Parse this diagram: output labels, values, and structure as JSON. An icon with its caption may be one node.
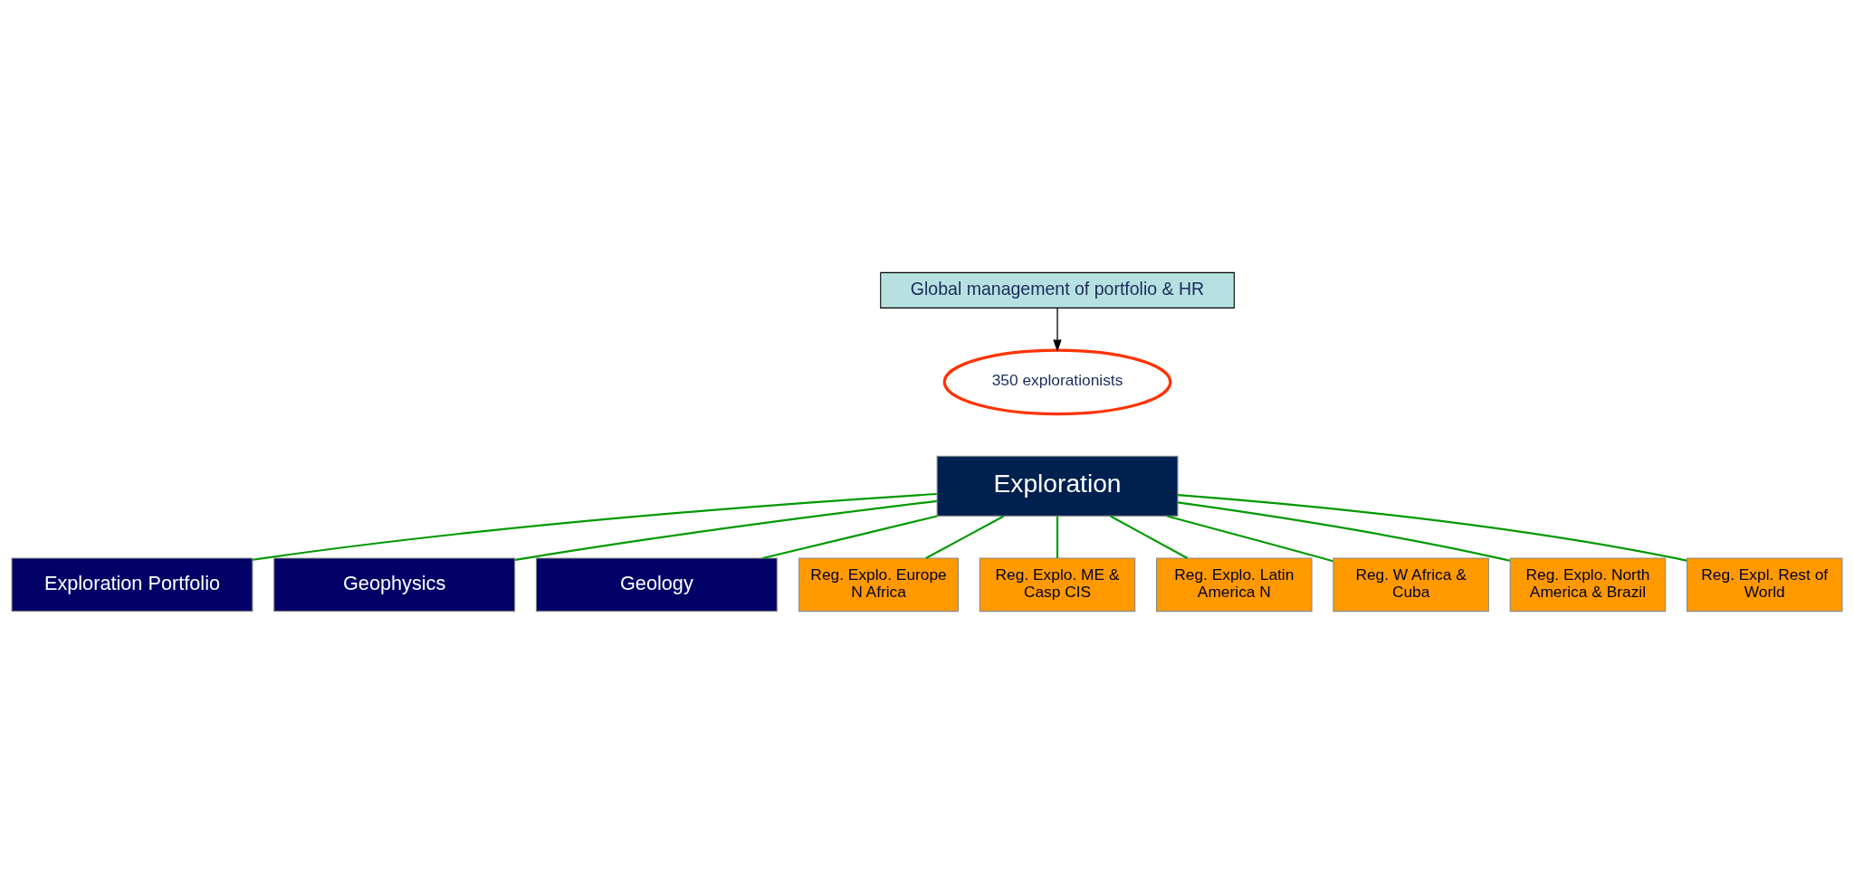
{
  "diagram": {
    "nodes": [
      {
        "text": [
          "Global management of portfolio & HR"
        ]
      },
      {
        "text": [
          "350 explorationists"
        ]
      },
      {
        "text": [
          "Exploration"
        ]
      },
      {
        "text": [
          "Exploration Portfolio"
        ]
      },
      {
        "text": [
          "Geophysics"
        ]
      },
      {
        "text": [
          "Geology"
        ]
      },
      {
        "text": [
          "Reg. Explo. Europe N Africa"
        ]
      },
      {
        "text": [
          "Reg. Explo. ME & Casp CIS"
        ]
      },
      {
        "text": [
          "Reg. Explo. Latin America N"
        ]
      },
      {
        "text": [
          "Reg. W Africa & Cuba"
        ]
      },
      {
        "text": [
          "Reg. Explo. North America & Brazil"
        ]
      },
      {
        "text": [
          "Reg. Expl. Rest of World"
        ]
      }
    ],
    "edges": [
      {
        "from": 0,
        "to": 1,
        "arrow": "to",
        "color": "#000000"
      },
      {
        "from": 2,
        "to": 3,
        "arrow": "none"
      },
      {
        "from": 2,
        "to": 4,
        "arrow": "none"
      },
      {
        "from": 2,
        "to": 5,
        "arrow": "none"
      },
      {
        "from": 2,
        "to": 6,
        "arrow": "none"
      },
      {
        "from": 2,
        "to": 7,
        "arrow": "none"
      },
      {
        "from": 2,
        "to": 8,
        "arrow": "none"
      },
      {
        "from": 2,
        "to": 9,
        "arrow": "none"
      },
      {
        "from": 2,
        "to": 10,
        "arrow": "none"
      },
      {
        "from": 2,
        "to": 11,
        "arrow": "none"
      }
    ]
  }
}
